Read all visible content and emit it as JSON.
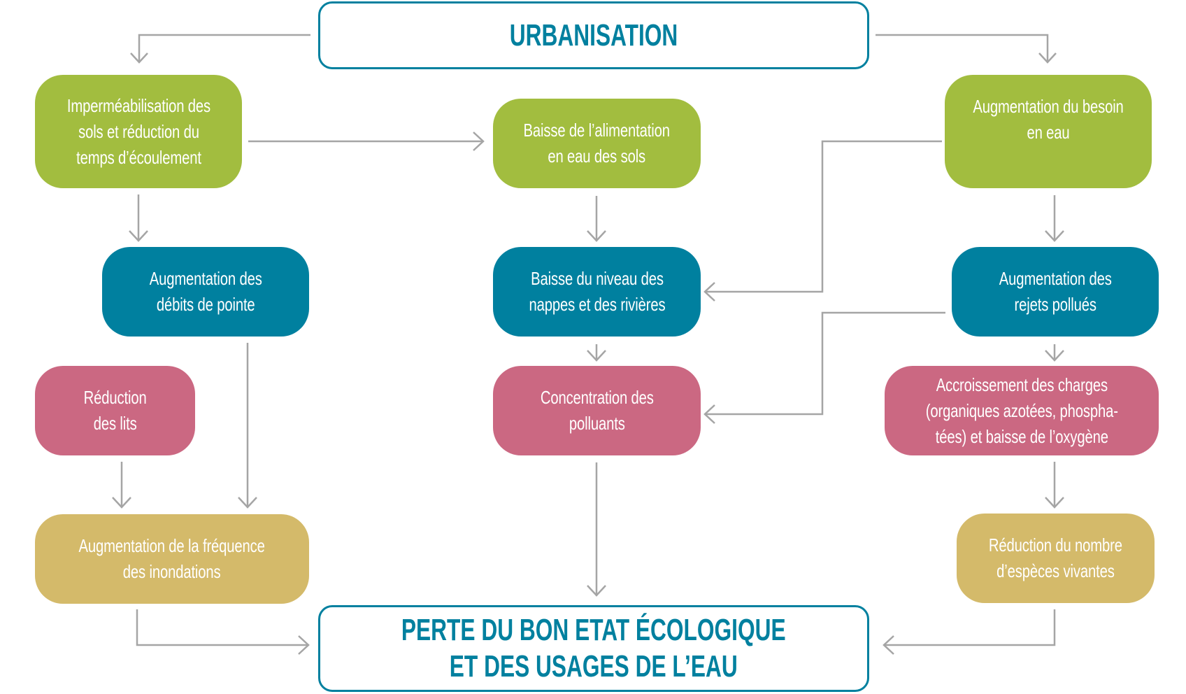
{
  "diagram": {
    "top": {
      "label": "URBANISATION"
    },
    "bottom": {
      "label": "PERTE DU BON ETAT ÉCOLOGIQUE\nET DES USAGES DE L’EAU"
    },
    "colors": {
      "frame": "#00809f",
      "green": "#a2bd3f",
      "blue": "#00809f",
      "pink": "#cb6882",
      "gold": "#d4ba6a",
      "connector": "#a5a5a5"
    },
    "left": {
      "impermeabilisation": "Imperméabilisation des\nsols et réduction du\ntemps d’écoulement",
      "debits": "Augmentation des\ndébits de pointe",
      "lits": "Réduction\ndes lits",
      "inondations": "Augmentation de la fréquence\ndes inondations"
    },
    "middle": {
      "alimentation": "Baisse de l’alimentation\nen eau des sols",
      "nappes": "Baisse du niveau des\nnappes et des rivières",
      "polluants": "Concentration des\npolluants"
    },
    "right": {
      "besoin": "Augmentation du besoin\nen eau",
      "rejets": "Augmentation des\nrejets pollués",
      "charges": "Accroissement des charges\n(organiques azotées, phospha-\ntées) et baisse de l’oxygène",
      "especes": "Réduction du nombre\nd’espèces vivantes"
    },
    "edges": [
      {
        "from": "URBANISATION",
        "to": "Imperméabilisation des sols et réduction du temps d’écoulement"
      },
      {
        "from": "URBANISATION",
        "to": "Augmentation du besoin en eau"
      },
      {
        "from": "Imperméabilisation des sols et réduction du temps d’écoulement",
        "to": "Baisse de l’alimentation en eau des sols"
      },
      {
        "from": "Imperméabilisation des sols et réduction du temps d’écoulement",
        "to": "Augmentation des débits de pointe"
      },
      {
        "from": "Augmentation des débits de pointe",
        "to": "Augmentation de la fréquence des inondations"
      },
      {
        "from": "Réduction des lits",
        "to": "Augmentation de la fréquence des inondations"
      },
      {
        "from": "Augmentation de la fréquence des inondations",
        "to": "PERTE DU BON ETAT ÉCOLOGIQUE ET DES USAGES DE L’EAU"
      },
      {
        "from": "Baisse de l’alimentation en eau des sols",
        "to": "Baisse du niveau des nappes et des rivières"
      },
      {
        "from": "Baisse du niveau des nappes et des rivières",
        "to": "Concentration des polluants"
      },
      {
        "from": "Concentration des polluants",
        "to": "PERTE DU BON ETAT ÉCOLOGIQUE ET DES USAGES DE L’EAU"
      },
      {
        "from": "Augmentation du besoin en eau",
        "to": "Baisse du niveau des nappes et des rivières"
      },
      {
        "from": "Augmentation du besoin en eau",
        "to": "Augmentation des rejets pollués"
      },
      {
        "from": "Augmentation des rejets pollués",
        "to": "Concentration des polluants"
      },
      {
        "from": "Augmentation des rejets pollués",
        "to": "Accroissement des charges (organiques azotées, phosphatées) et baisse de l’oxygène"
      },
      {
        "from": "Accroissement des charges (organiques azotées, phosphatées) et baisse de l’oxygène",
        "to": "Réduction du nombre d’espèces vivantes"
      },
      {
        "from": "Réduction du nombre d’espèces vivantes",
        "to": "PERTE DU BON ETAT ÉCOLOGIQUE ET DES USAGES DE L’EAU"
      }
    ]
  }
}
